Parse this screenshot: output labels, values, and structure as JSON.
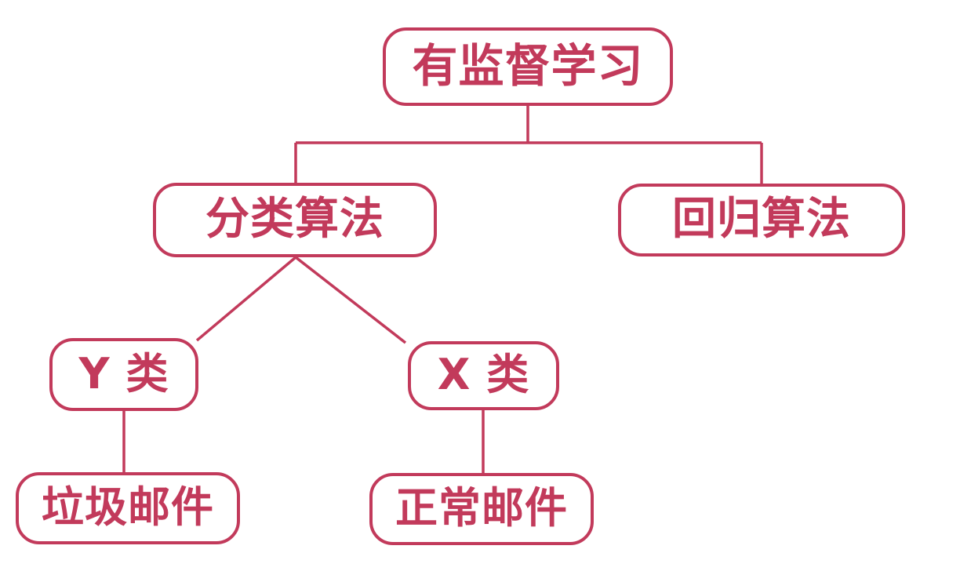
{
  "diagram": {
    "type": "tree",
    "accent_color": "#C23A5B",
    "background_color": "#FFFFFF",
    "nodes": {
      "root": {
        "label": "有监督学习"
      },
      "classification": {
        "label": "分类算法"
      },
      "regression": {
        "label": "回归算法"
      },
      "y_class": {
        "label": "Y 类"
      },
      "x_class": {
        "label": "X 类"
      },
      "spam": {
        "label": "垃圾邮件"
      },
      "normal": {
        "label": "正常邮件"
      }
    },
    "edges": [
      {
        "from": "root",
        "to": "classification"
      },
      {
        "from": "root",
        "to": "regression"
      },
      {
        "from": "classification",
        "to": "y_class"
      },
      {
        "from": "classification",
        "to": "x_class"
      },
      {
        "from": "y_class",
        "to": "spam"
      },
      {
        "from": "x_class",
        "to": "normal"
      }
    ]
  }
}
